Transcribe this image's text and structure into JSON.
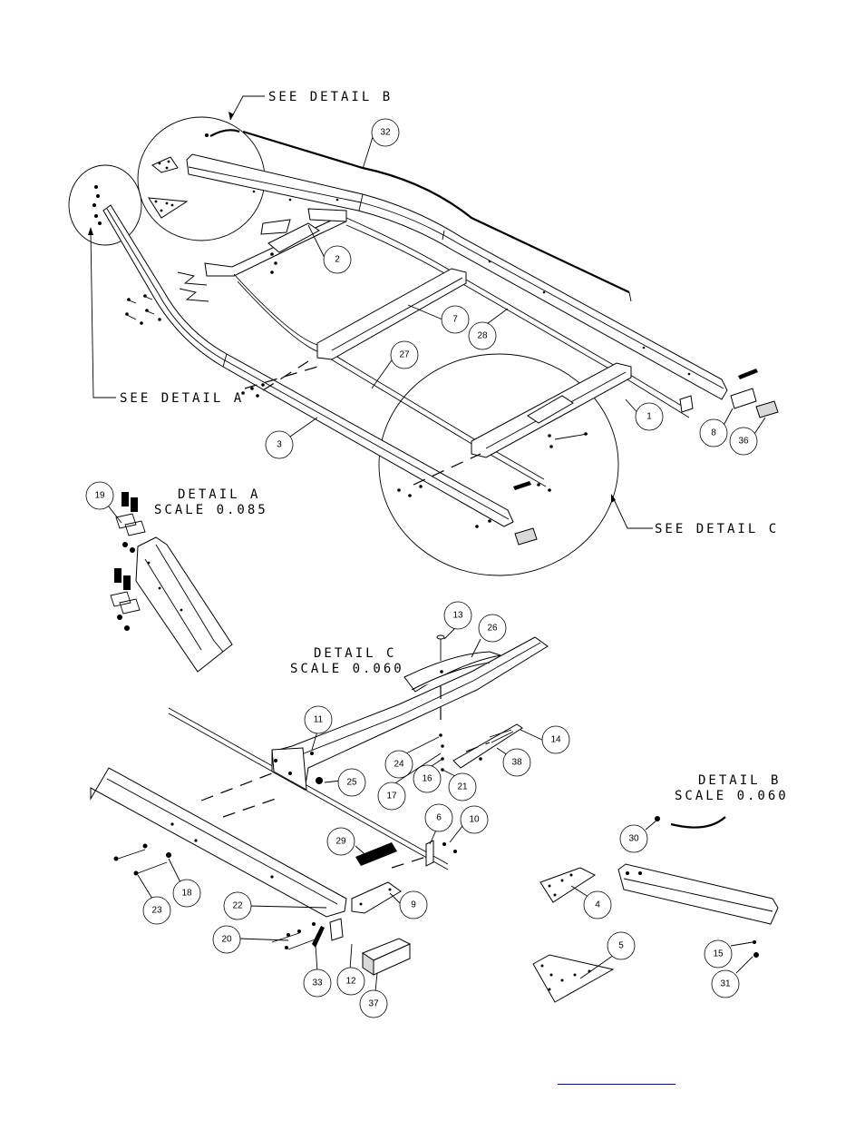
{
  "labels": {
    "see_detail_b": "SEE DETAIL B",
    "see_detail_a": "SEE DETAIL A",
    "see_detail_c": "SEE DETAIL C",
    "detail_a_title": "DETAIL A",
    "detail_a_scale": "SCALE 0.085",
    "detail_c_title": "DETAIL C",
    "detail_c_scale": "SCALE 0.060",
    "detail_b_title": "DETAIL B",
    "detail_b_scale": "SCALE 0.060"
  },
  "callouts": [
    "32",
    "2",
    "7",
    "28",
    "27",
    "1",
    "3",
    "8",
    "36",
    "19",
    "13",
    "26",
    "11",
    "24",
    "16",
    "21",
    "14",
    "38",
    "25",
    "17",
    "6",
    "10",
    "29",
    "18",
    "23",
    "22",
    "9",
    "20",
    "33",
    "12",
    "37",
    "30",
    "4",
    "5",
    "15",
    "31"
  ],
  "footer_link": ""
}
